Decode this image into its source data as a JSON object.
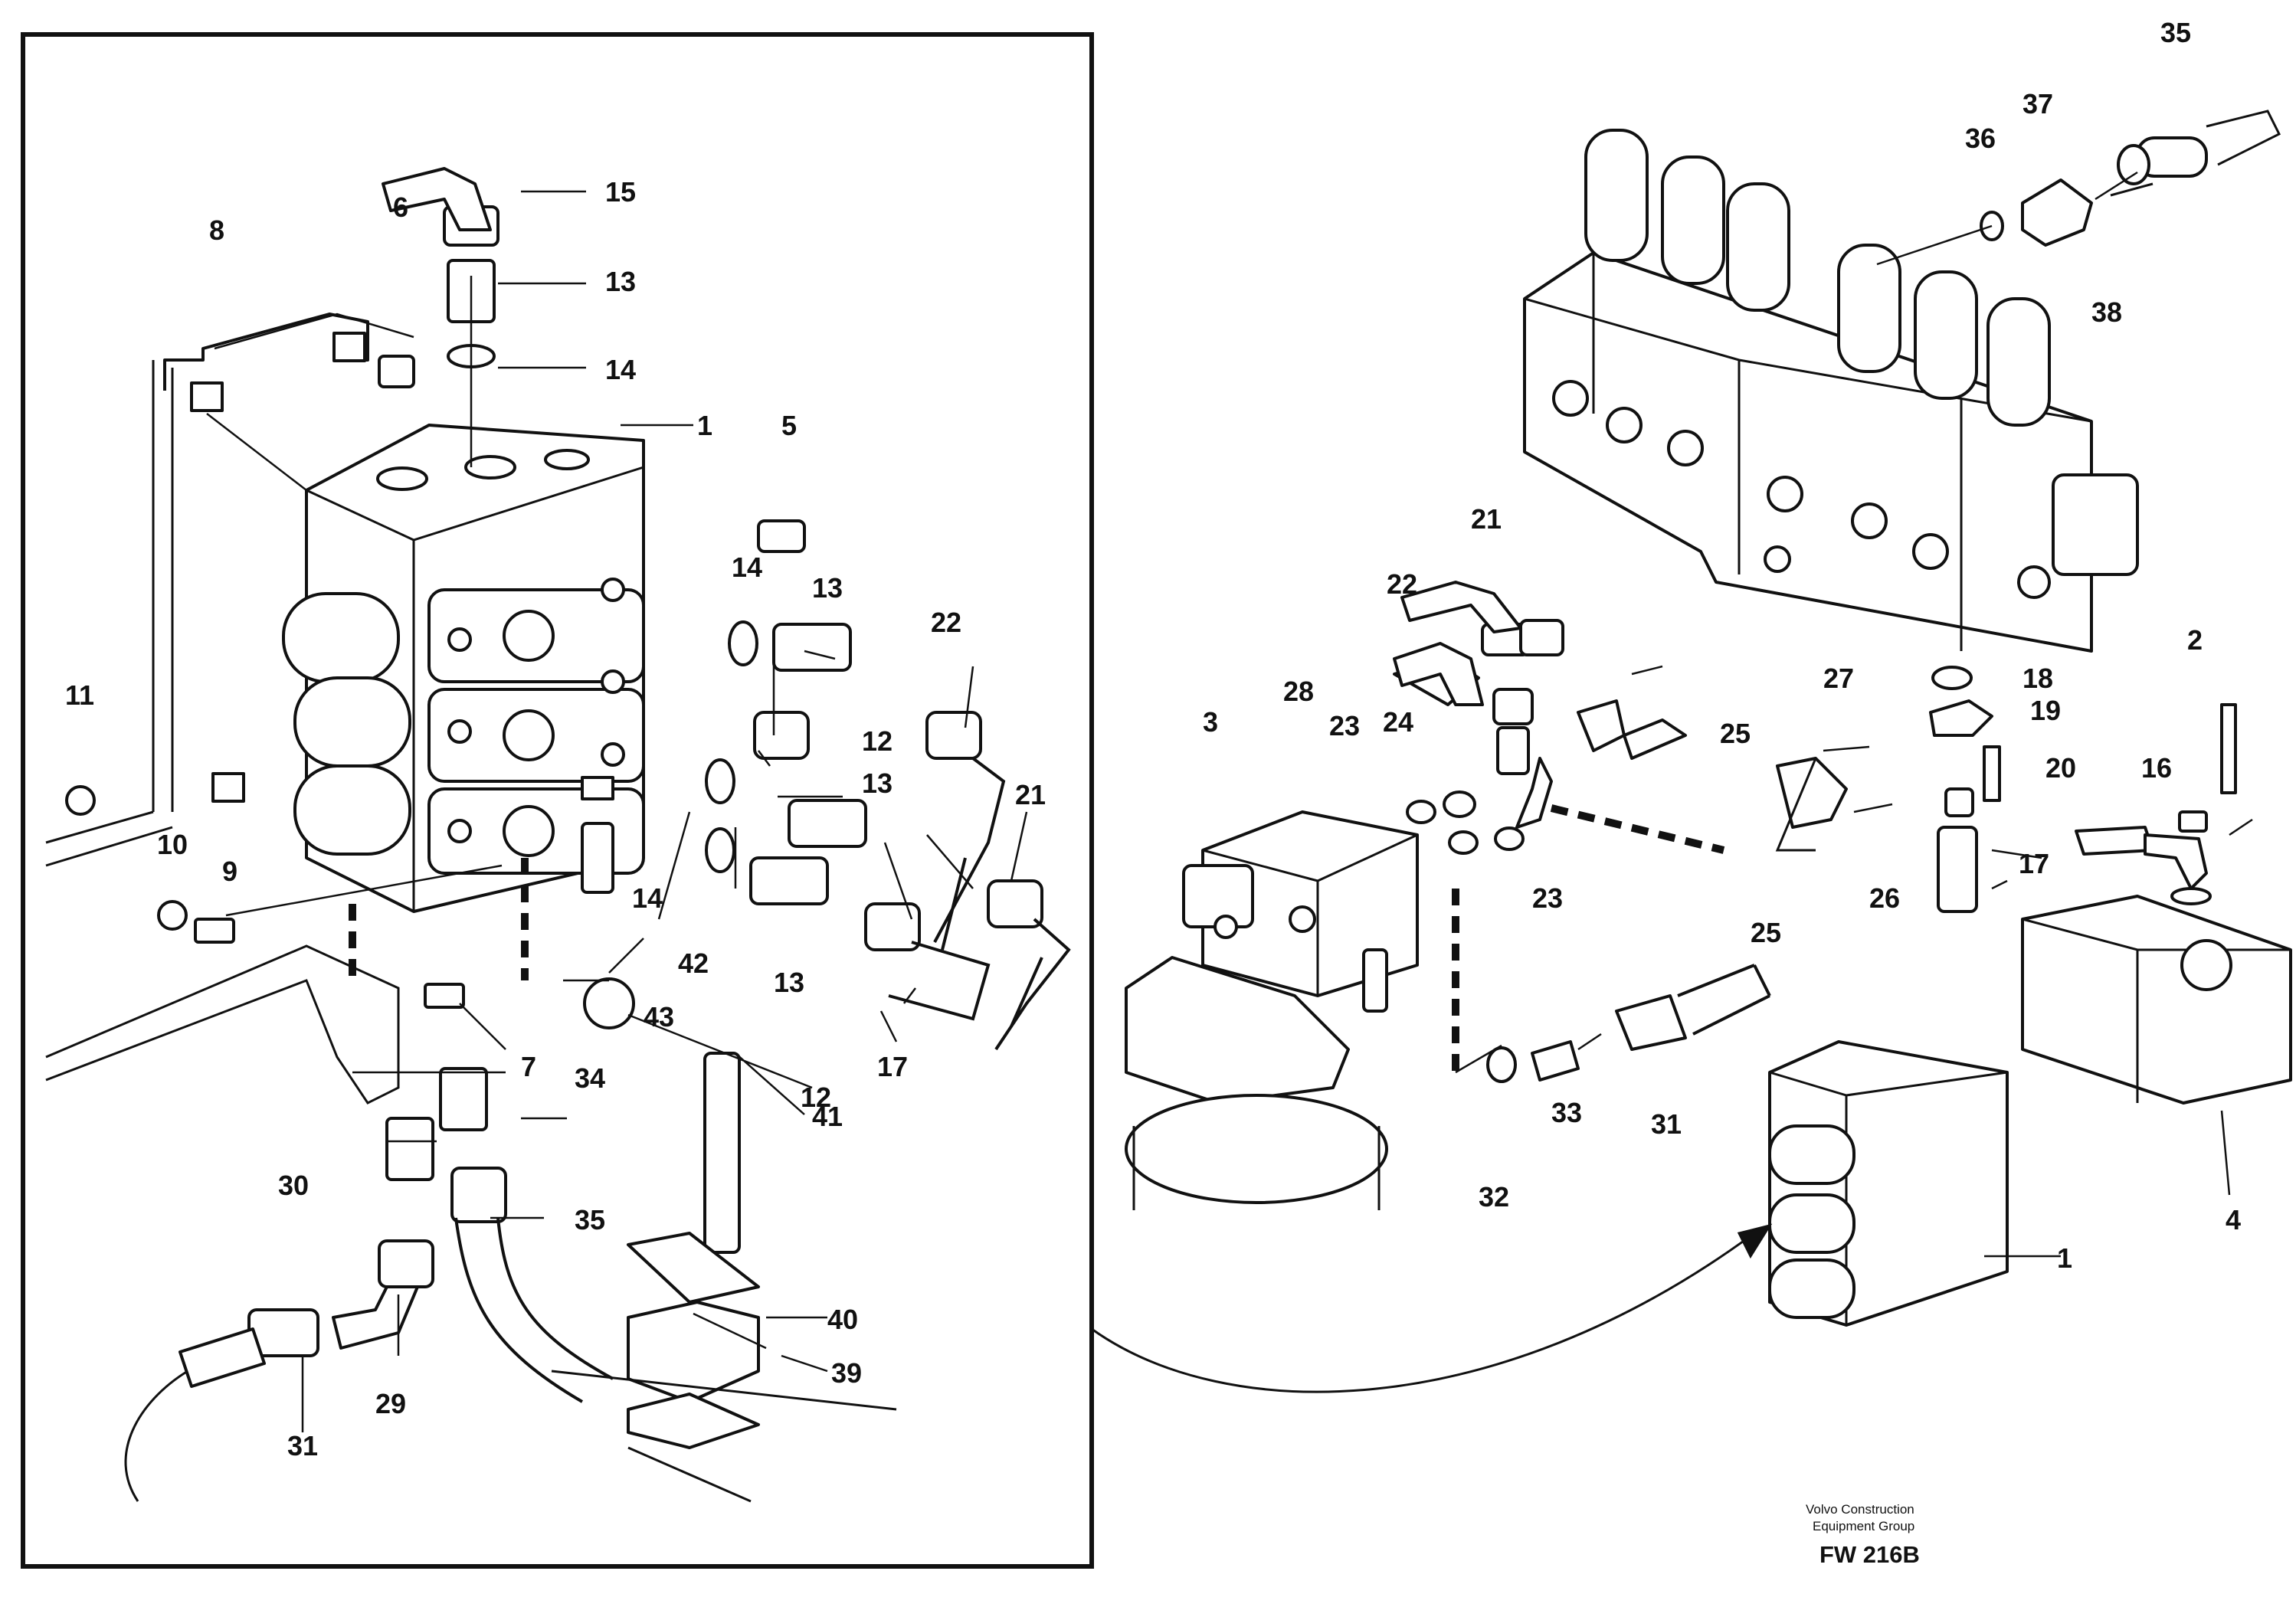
{
  "callouts": {
    "c1": "1",
    "c1b": "1",
    "c2": "2",
    "c3": "3",
    "c4": "4",
    "c5": "5",
    "c6": "6",
    "c7": "7",
    "c8": "8",
    "c9": "9",
    "c10": "10",
    "c11": "11",
    "c12a": "12",
    "c12b": "12",
    "c13a": "13",
    "c13b": "13",
    "c13c": "13",
    "c13d": "13",
    "c14a": "14",
    "c14b": "14",
    "c14c": "14",
    "c15": "15",
    "c16": "16",
    "c17a": "17",
    "c17b": "17",
    "c18": "18",
    "c19": "19",
    "c20": "20",
    "c21a": "21",
    "c21b": "21",
    "c22a": "22",
    "c22b": "22",
    "c23a": "23",
    "c23b": "23",
    "c24": "24",
    "c25a": "25",
    "c25b": "25",
    "c26": "26",
    "c27": "27",
    "c28": "28",
    "c29": "29",
    "c30": "30",
    "c31a": "31",
    "c31b": "31",
    "c32": "32",
    "c33": "33",
    "c34": "34",
    "c35a": "35",
    "c35b": "35",
    "c36": "36",
    "c37": "37",
    "c38": "38",
    "c39": "39",
    "c40": "40",
    "c41": "41",
    "c42": "42",
    "c43": "43"
  },
  "credit": {
    "line1": "Volvo Construction",
    "line2": "Equipment Group"
  },
  "figure_code": "FW 216B"
}
